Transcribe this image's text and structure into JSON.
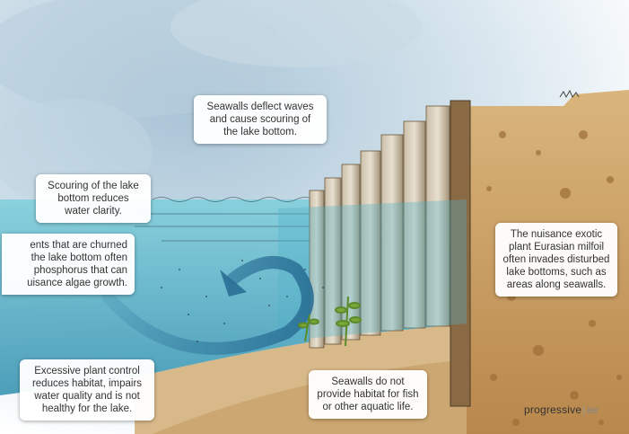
{
  "callouts": {
    "seawalls_deflect": "Seawalls deflect waves\nand cause scouring of\nthe lake bottom.",
    "scouring_clarity": "Scouring of the lake\nbottom reduces\nwater clarity.",
    "nutrients_phosphorus": "ents that are churned\nthe lake bottom often\nphosphorus that can\nuisance algae growth.",
    "milfoil": "The nuisance exotic\nplant Eurasian milfoil\noften invades disturbed\nlake bottoms, such as\nareas along seawalls.",
    "plant_control": "Excessive plant control\nreduces habitat, impairs\nwater quality and is not\nhealthy for the lake.",
    "no_habitat": "Seawalls do not\nprovide habitat for fish\nor other aquatic life."
  },
  "logo": {
    "name": "progressive",
    "suffix": "ae"
  },
  "icons": {
    "current_arrow": "curved-arrow-icon",
    "plants": "aquatic-plant-icon"
  },
  "colors": {
    "water": "#4fb3c9",
    "soil": "#c79a5b",
    "wall": "#8a6a45",
    "sky": "#cfe0ea"
  }
}
